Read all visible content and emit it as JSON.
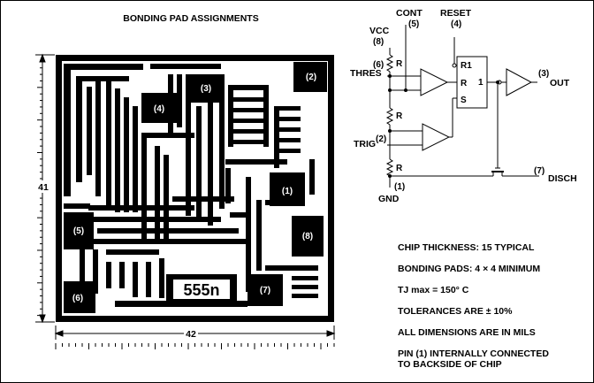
{
  "title": "BONDING PAD ASSIGNMENTS",
  "die": {
    "height_dim": "41",
    "width_dim": "42",
    "chip_marking": "555n",
    "pads": [
      "(1)",
      "(2)",
      "(3)",
      "(4)",
      "(5)",
      "(6)",
      "(7)",
      "(8)"
    ]
  },
  "schematic": {
    "vcc_label": "VCC",
    "vcc_pin": "(8)",
    "cont_label": "CONT",
    "cont_pin": "(5)",
    "reset_label": "RESET",
    "reset_pin": "(4)",
    "thres_label": "THRES",
    "thres_pin": "(6)",
    "trig_label": "TRIG",
    "trig_pin": "(2)",
    "out_label": "OUT",
    "out_pin": "(3)",
    "disch_label": "DISCH",
    "disch_pin": "(7)",
    "gnd_label": "GND",
    "gnd_pin": "(1)",
    "resistor_label": "R",
    "ff_r1": "R1",
    "ff_r": "R",
    "ff_s": "S",
    "ff_q": "1"
  },
  "notes": {
    "thickness": "CHIP THICKNESS: 15 TYPICAL",
    "bonding": "BONDING PADS: 4 × 4 MINIMUM",
    "tj": "TJ max = 150° C",
    "tolerance": "TOLERANCES ARE ± 10%",
    "dimensions": "ALL DIMENSIONS ARE IN MILS",
    "pin1_line1": "PIN (1) INTERNALLY CONNECTED",
    "pin1_line2": "TO BACKSIDE OF CHIP"
  }
}
